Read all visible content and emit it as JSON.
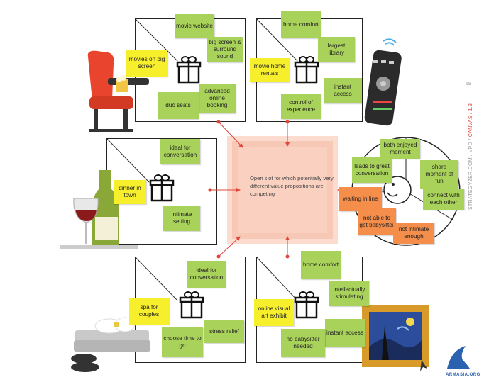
{
  "center": {
    "text": "Open slot for which potentially very different value propositions are competing"
  },
  "side_label": {
    "text": "STRATEGYZER.COM / VPD / ",
    "highlight": "CANVAS / 1.3"
  },
  "page_number": "59",
  "brand": "ARMASIA.ORG",
  "box_top_left": {
    "notes": [
      "movie website",
      "big screen & surround sound",
      "movies on big screen",
      "advanced online booking",
      "duo seats"
    ]
  },
  "box_top_right": {
    "notes": [
      "home comfort",
      "largest library",
      "movie home rentals",
      "instant access",
      "control of experience"
    ]
  },
  "box_mid_left": {
    "notes": [
      "ideal for conversation",
      "dinner in town",
      "intimate setting"
    ]
  },
  "box_bottom_left": {
    "notes": [
      "ideal for conversation",
      "spa for couples",
      "stress relief",
      "choose time to go"
    ]
  },
  "box_bottom_right": {
    "notes": [
      "home comfort",
      "intellectually stimulating",
      "online visual art exhibit",
      "instant access",
      "no babysitter needed"
    ]
  },
  "customer": {
    "notes": [
      "both enjoyed moment",
      "leads to great conversation",
      "share moment of fun",
      "connect with each other",
      "waiting in line",
      "not able to get babysitter",
      "not intimate enough"
    ]
  },
  "colors": {
    "green": "#a9d25a",
    "yellow": "#f7ee2c",
    "orange": "#f58d4b",
    "slot": "#f8c8b6",
    "arrow": "#e0453a",
    "accent": "#e0453a"
  }
}
